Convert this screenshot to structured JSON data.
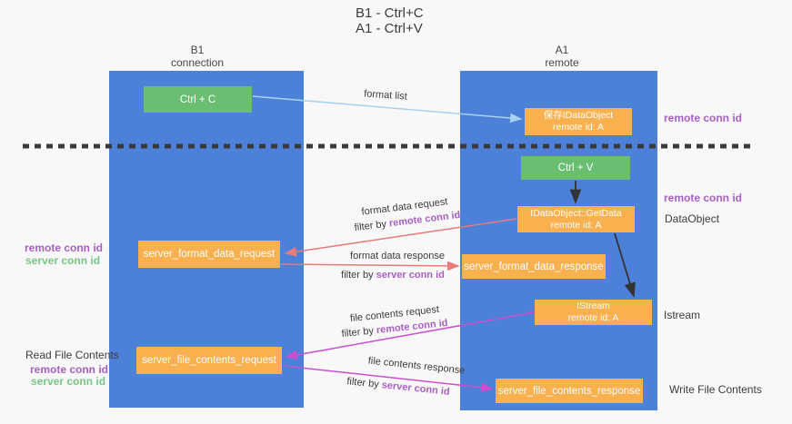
{
  "title": {
    "line1": "B1 - Ctrl+C",
    "line2": "A1 - Ctrl+V"
  },
  "lanes": {
    "left": {
      "name": "B1",
      "role": "connection"
    },
    "right": {
      "name": "A1",
      "role": "remote"
    }
  },
  "boxes": {
    "ctrl_c": {
      "label": "Ctrl + C"
    },
    "ctrl_v": {
      "label": "Ctrl + V"
    },
    "save_idataobject": {
      "line1": "保存IDataObject",
      "line2": "remote id: A"
    },
    "getdata": {
      "line1": "IDataObject::GetData",
      "line2": "remote id: A"
    },
    "istream": {
      "line1": "IStream",
      "line2": "remote id: A"
    },
    "format_request": {
      "label": "server_format_data_request"
    },
    "format_response": {
      "label": "server_format_data_response"
    },
    "file_request": {
      "label": "server_file_contents_request"
    },
    "file_response": {
      "label": "server_file_contents_response"
    }
  },
  "arrow_labels": {
    "format_list": "format list",
    "format_data_request": "format data request",
    "format_data_response": "format data response",
    "file_contents_request": "file contents request",
    "file_contents_response": "file contents response",
    "filter_by": "filter by ",
    "remote_conn_id": "remote conn id",
    "server_conn_id": "server conn id"
  },
  "side_labels": {
    "remote_conn_id_top_right": "remote conn id",
    "remote_conn_id_mid_right": "remote conn id",
    "dataobject": "DataObject",
    "istream": "Istream",
    "write_file_contents": "Write File Contents",
    "read_file_contents": "Read File Contents",
    "remote_conn_id_left_mid": "remote conn id",
    "server_conn_id_left_mid": "server conn id",
    "remote_conn_id_left_bottom": "remote conn id",
    "server_conn_id_left_bottom": "server conn id"
  },
  "colors": {
    "lane_blue": "#4d80d8",
    "box_green": "#6abe71",
    "box_orange": "#f9b04e",
    "purple_text": "#a95fc5",
    "green_text": "#77c687",
    "arrow_salmon": "#e87a7a",
    "arrow_magenta": "#cb4fd0",
    "arrow_lightblue": "#a7d2ef",
    "arrow_black": "#333333",
    "dashed_divider": "#3a3a3a"
  }
}
